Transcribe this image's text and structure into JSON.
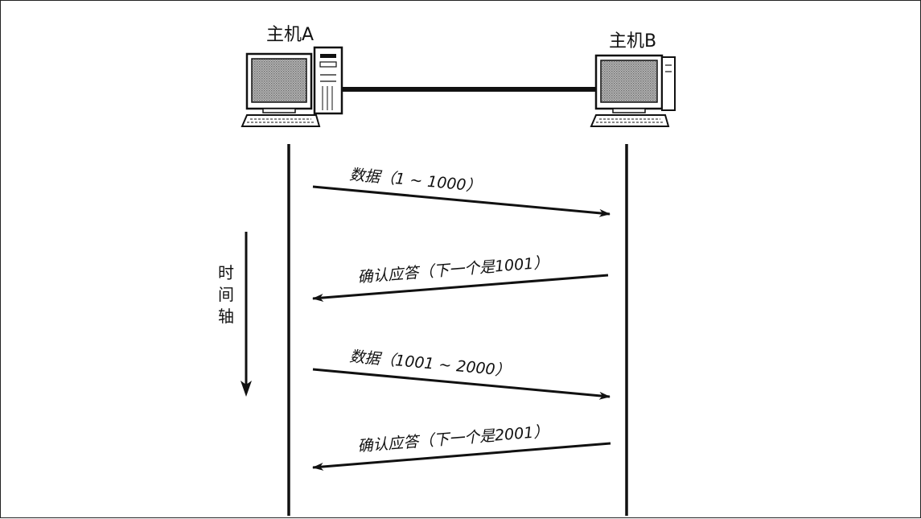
{
  "hosts": {
    "a_label": "主机A",
    "b_label": "主机B"
  },
  "time_axis": {
    "label_chars": [
      "时",
      "间",
      "轴"
    ]
  },
  "messages": [
    {
      "direction": "A-to-B",
      "label": "数据（1 ~ 1000）"
    },
    {
      "direction": "B-to-A",
      "label": "确认应答（下一个是1001）"
    },
    {
      "direction": "A-to-B",
      "label": "数据（1001 ~ 2000）"
    },
    {
      "direction": "B-to-A",
      "label": "确认应答（下一个是2001）"
    }
  ],
  "icons": {
    "host_a": "desktop-computer-icon",
    "host_b": "desktop-computer-icon"
  },
  "colors": {
    "ink": "#111111",
    "screen": "#9a9a9a",
    "background": "#ffffff"
  }
}
